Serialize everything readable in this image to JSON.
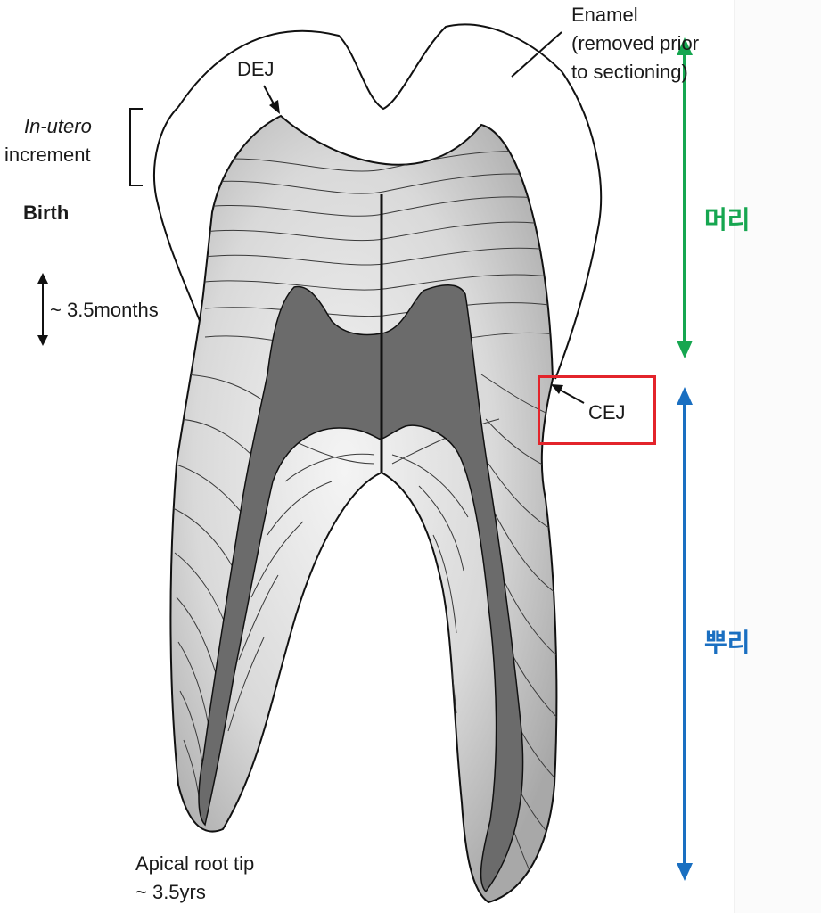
{
  "labels": {
    "enamel": "Enamel",
    "enamel_note_1": "(removed prior",
    "enamel_note_2": "to sectioning)",
    "dej": "DEJ",
    "in_utero": "In-utero",
    "increment": "increment",
    "birth": "Birth",
    "months": "~ 3.5months",
    "cej": "CEJ",
    "apical_1": "Apical root tip",
    "apical_2": "~ 3.5yrs"
  },
  "regions": {
    "crown": "머리",
    "root": "뿌리"
  },
  "colors": {
    "crown_arrow": "#16a650",
    "root_arrow": "#1a6fc1",
    "highlight_box": "#e3242b",
    "pulp": "#6b6b6b",
    "dentin": "#cfcfcf"
  }
}
